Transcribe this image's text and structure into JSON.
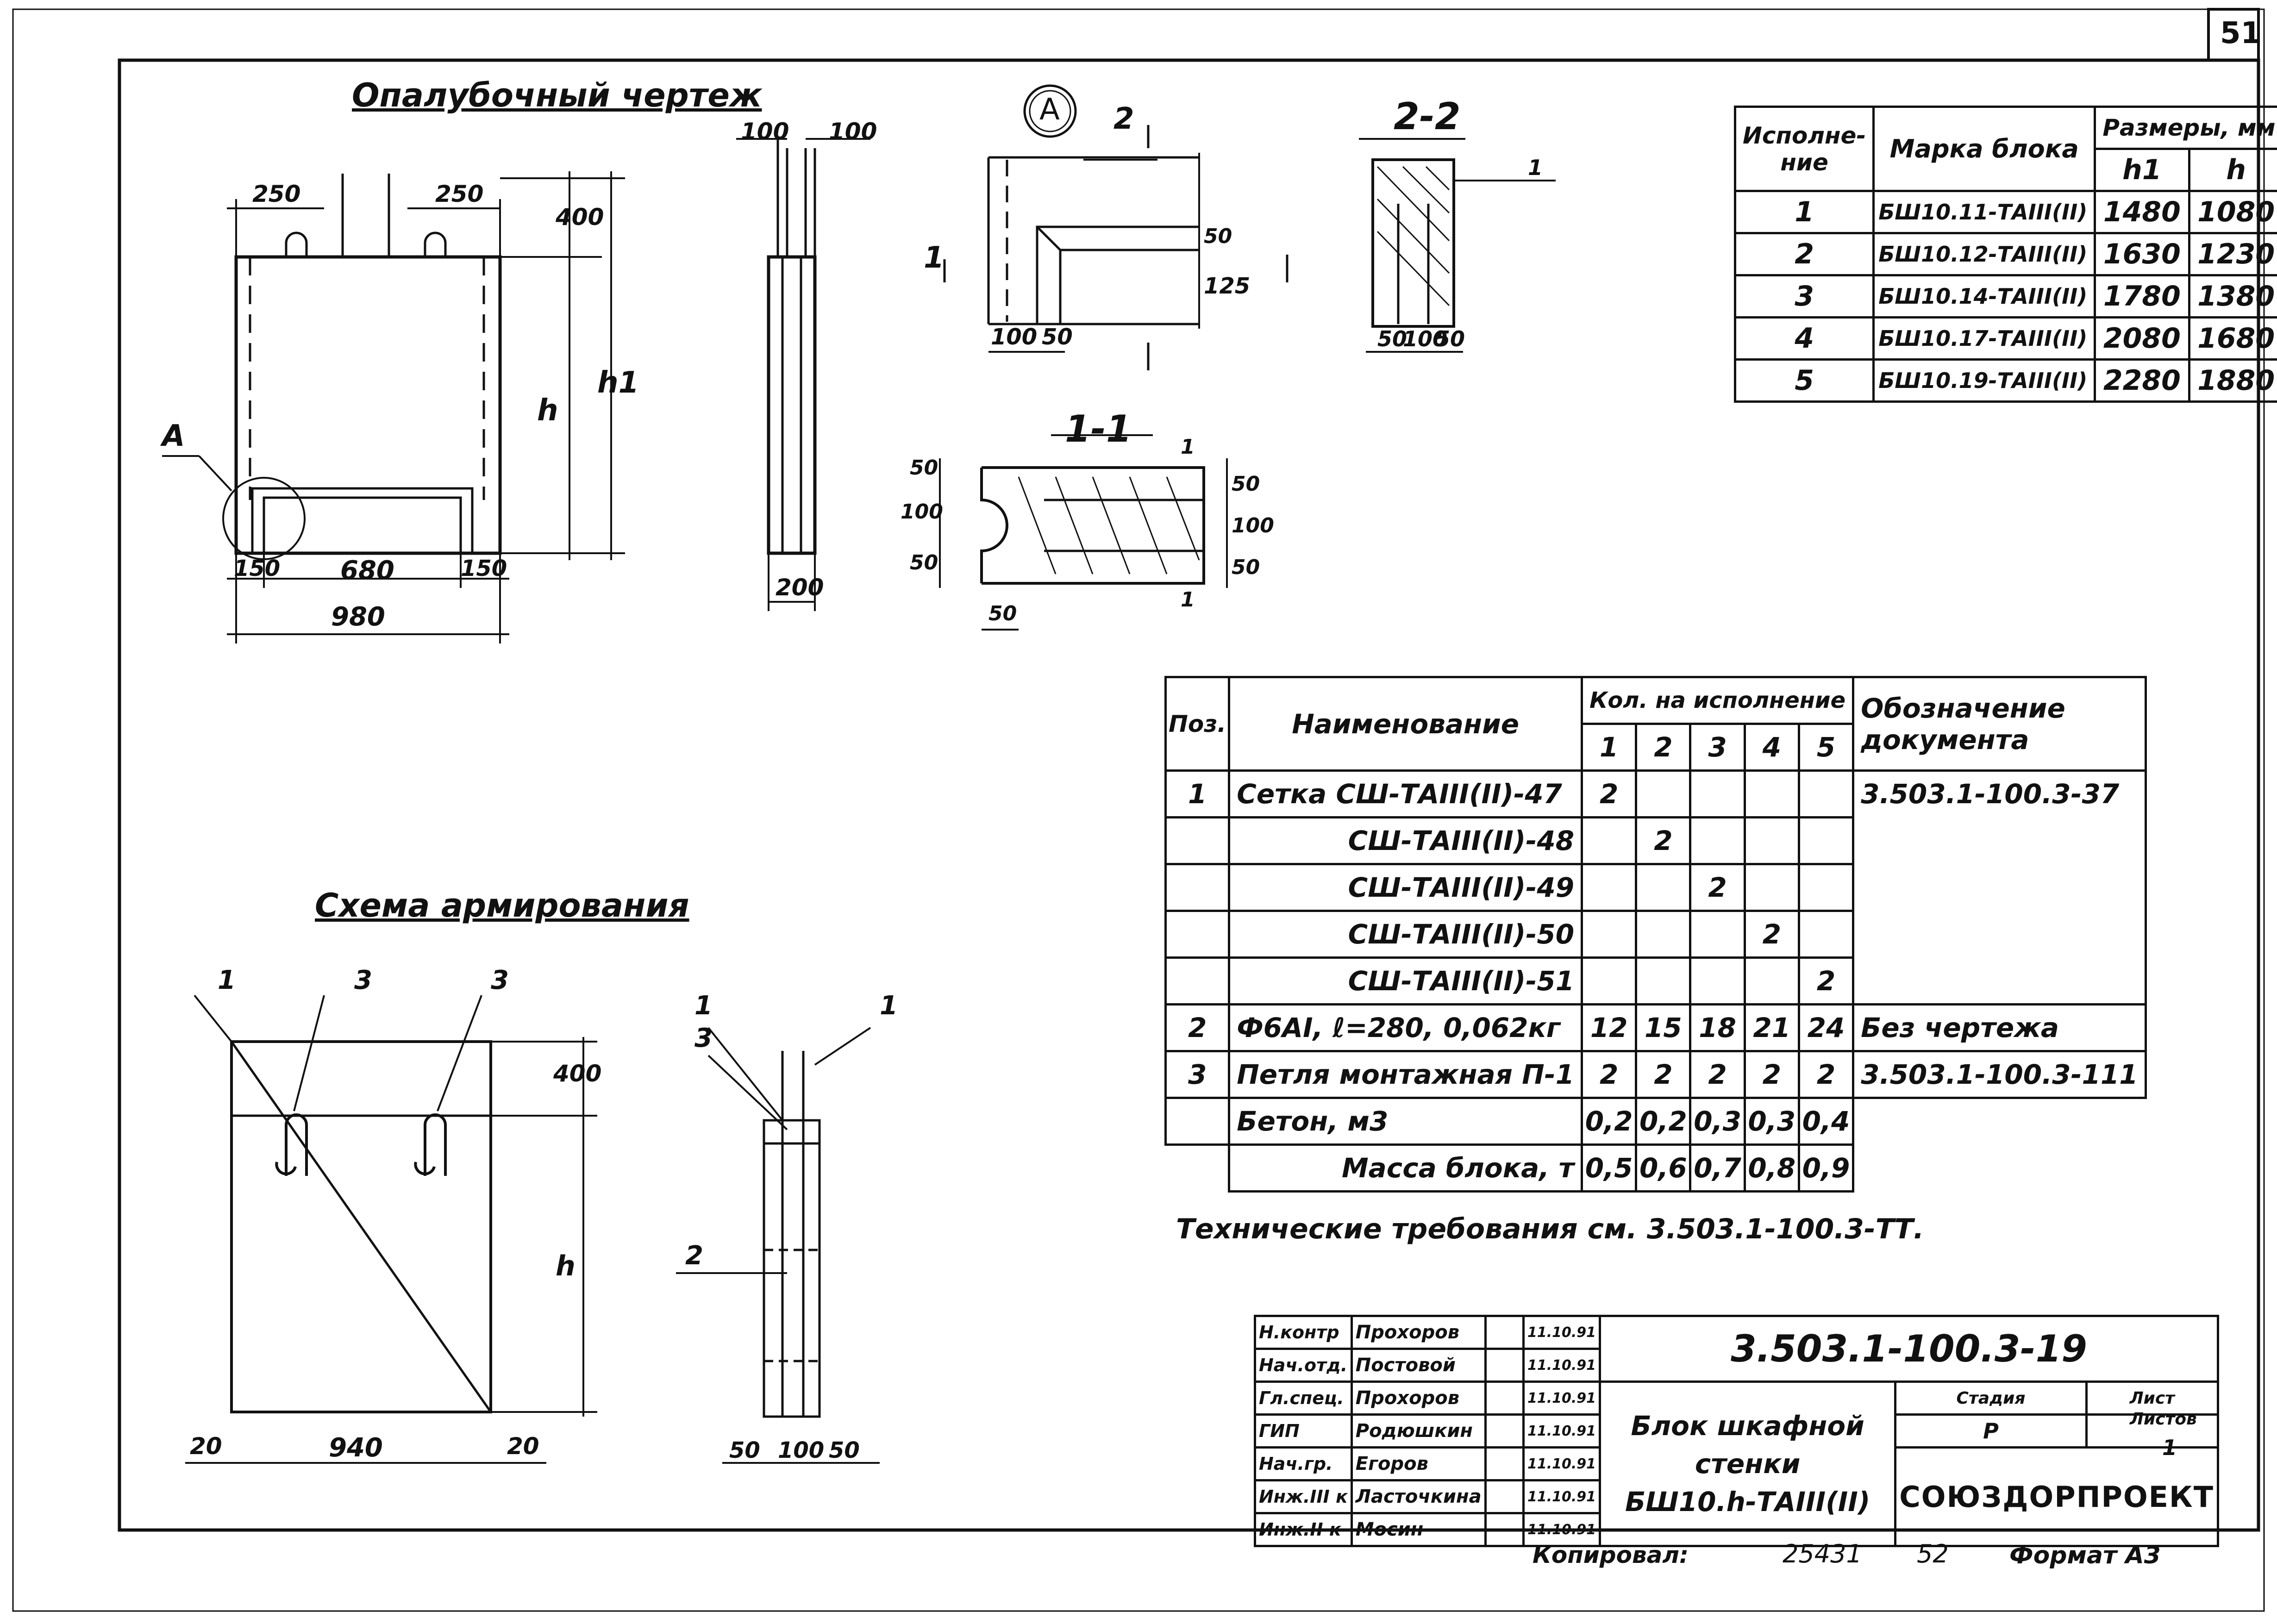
{
  "page_number": "51",
  "views": {
    "formwork_title": "Опалубочный чертеж",
    "reinforcement_title": "Схема армирования",
    "detail_label": "A",
    "section_2_2": "2-2",
    "section_1_1": "1-1",
    "cut_mark_1": "1",
    "cut_mark_2": "2",
    "leader_A": "A",
    "dim_h": "h",
    "dim_h1": "h1"
  },
  "formwork_dims": {
    "d250a": "250",
    "d250b": "250",
    "d400": "400",
    "d150a": "150",
    "d680": "680",
    "d150b": "150",
    "d980": "980",
    "side_100a": "100",
    "side_100b": "100",
    "side_200": "200"
  },
  "detail_dims": {
    "d100": "100",
    "d50": "50",
    "d50v": "50",
    "d125": "125"
  },
  "sec22_dims": {
    "d50a": "50",
    "d100": "100",
    "d50b": "50",
    "pos1": "1"
  },
  "sec11_dims": {
    "d50a": "50",
    "d100a": "100",
    "d50b": "50",
    "d50c": "50",
    "d100b": "100",
    "d50d": "50",
    "d50e": "50",
    "pos1a": "1",
    "pos1b": "1"
  },
  "reinf_dims": {
    "pos1": "1",
    "pos3a": "3",
    "pos3b": "3",
    "d400": "400",
    "dh": "h",
    "d20a": "20",
    "d940": "940",
    "d20b": "20",
    "side_pos1a": "1",
    "side_pos3": "3",
    "side_pos1b": "1",
    "side_pos2": "2",
    "side_50a": "50",
    "side_100": "100",
    "side_50b": "50"
  },
  "sizes_table": {
    "headers": [
      "Исполне-ние",
      "Марка блока",
      "Размеры, мм"
    ],
    "sub_headers": [
      "h1",
      "h"
    ],
    "rows": [
      [
        "1",
        "БШ10.11-ТАIII(II)",
        "1480",
        "1080"
      ],
      [
        "2",
        "БШ10.12-ТАIII(II)",
        "1630",
        "1230"
      ],
      [
        "3",
        "БШ10.14-ТАIII(II)",
        "1780",
        "1380"
      ],
      [
        "4",
        "БШ10.17-ТАIII(II)",
        "2080",
        "1680"
      ],
      [
        "5",
        "БШ10.19-ТАIII(II)",
        "2280",
        "1880"
      ]
    ]
  },
  "spec_table": {
    "h_pos": "Поз.",
    "h_name": "Наименование",
    "h_qty": "Кол. на исполнение",
    "h_doc": "Обозначение документа",
    "variants": [
      "1",
      "2",
      "3",
      "4",
      "5"
    ],
    "rows": [
      {
        "pos": "1",
        "name": "Сетка СШ-ТАIII(II)-47",
        "q": [
          "2",
          "",
          "",
          "",
          ""
        ],
        "doc": "3.503.1-100.3-37"
      },
      {
        "pos": "",
        "name": "СШ-ТАIII(II)-48",
        "q": [
          "",
          "2",
          "",
          "",
          ""
        ],
        "doc": ""
      },
      {
        "pos": "",
        "name": "СШ-ТАIII(II)-49",
        "q": [
          "",
          "",
          "2",
          "",
          ""
        ],
        "doc": ""
      },
      {
        "pos": "",
        "name": "СШ-ТАIII(II)-50",
        "q": [
          "",
          "",
          "",
          "2",
          ""
        ],
        "doc": ""
      },
      {
        "pos": "",
        "name": "СШ-ТАIII(II)-51",
        "q": [
          "",
          "",
          "",
          "",
          "2"
        ],
        "doc": ""
      },
      {
        "pos": "2",
        "name": "Ф6АI, ℓ=280, 0,062кг",
        "q": [
          "12",
          "15",
          "18",
          "21",
          "24"
        ],
        "doc": "Без чертежа"
      },
      {
        "pos": "3",
        "name": "Петля монтажная П-1",
        "q": [
          "2",
          "2",
          "2",
          "2",
          "2"
        ],
        "doc": "3.503.1-100.3-111"
      },
      {
        "pos": "",
        "name": "Бетон,      м3",
        "q": [
          "0,2",
          "0,2",
          "0,3",
          "0,3",
          "0,4"
        ],
        "doc": ""
      }
    ],
    "mass_label": "Масса блока, т",
    "mass": [
      "0,5",
      "0,6",
      "0,7",
      "0,8",
      "0,9"
    ]
  },
  "tech_note": "Технические требования см. 3.503.1-100.3-ТТ.",
  "title_block": {
    "doc_code": "3.503.1-100.3-19",
    "title_lines": [
      "Блок шкафной",
      "стенки",
      "БШ10.h-ТАIII(II)"
    ],
    "stage_label": "Стадия",
    "sheet_label": "Лист",
    "sheets_label": "Листов",
    "stage": "Р",
    "sheet": "",
    "sheets": "1",
    "org": "СОЮЗДОРПРОЕКТ",
    "signatures": [
      {
        "role": "Н.контр",
        "name": "Прохоров",
        "date": "11.10.91"
      },
      {
        "role": "Нач.отд.",
        "name": "Постовой",
        "date": "11.10.91"
      },
      {
        "role": "Гл.спец.",
        "name": "Прохоров",
        "date": "11.10.91"
      },
      {
        "role": "ГИП",
        "name": "Родюшкин",
        "date": "11.10.91"
      },
      {
        "role": "Нач.гр.",
        "name": "Егоров",
        "date": "11.10.91"
      },
      {
        "role": "Инж.III к",
        "name": "Ласточкина",
        "date": "11.10.91"
      },
      {
        "role": "Инж.II к",
        "name": "Мосин",
        "date": "11.10.91"
      }
    ]
  },
  "footer": {
    "copied": "Копировал:",
    "number": "25431",
    "page": "52",
    "format": "Формат А3"
  }
}
